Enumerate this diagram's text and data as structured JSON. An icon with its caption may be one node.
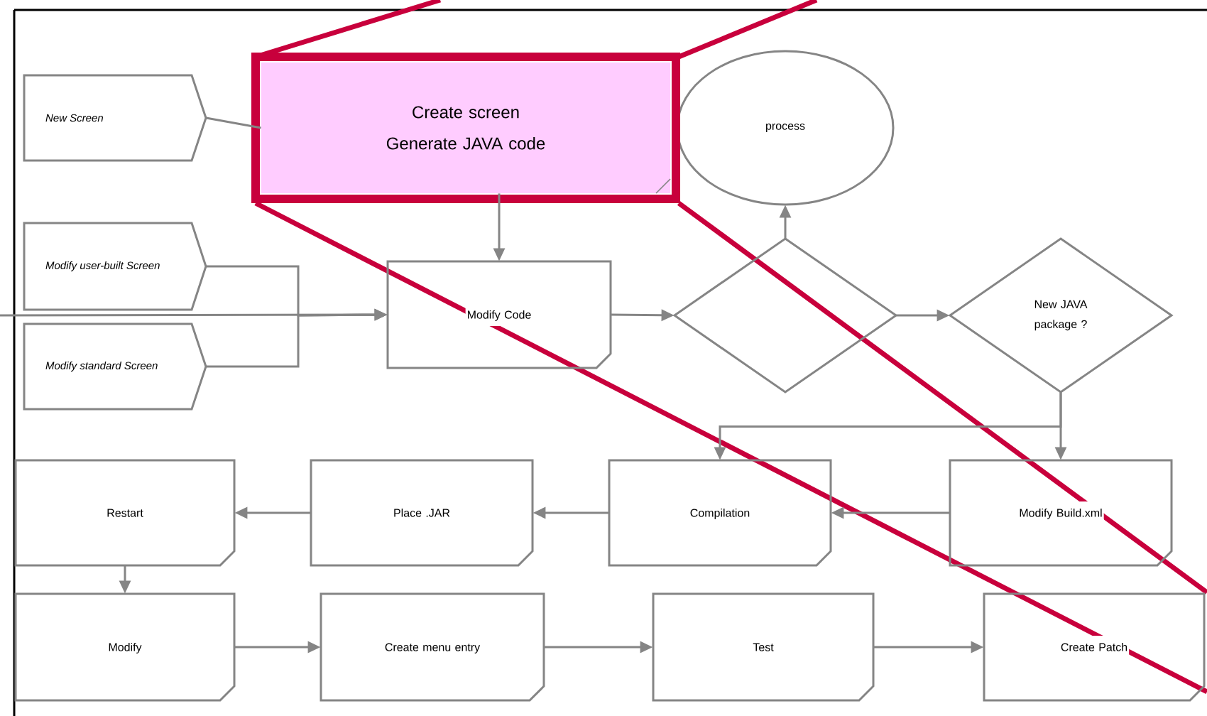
{
  "diagram": {
    "nodes": [
      {
        "text": [
          "New Screen"
        ]
      },
      {
        "text": [
          "Create screen",
          "Generate JAVA code"
        ]
      },
      {
        "text": [
          "process"
        ]
      },
      {
        "text": [
          "Modify user-built Screen"
        ]
      },
      {
        "text": [
          "Modify standard Screen"
        ]
      },
      {
        "text": [
          "Modify Code"
        ]
      },
      {
        "text": [],
        "shape": "diamond"
      },
      {
        "text": [
          "New JAVA package ?"
        ]
      },
      {
        "text": [
          "Restart"
        ]
      },
      {
        "text": [
          "Place .JAR"
        ]
      },
      {
        "text": [
          "Compilation"
        ]
      },
      {
        "text": [
          "Modify Build.xml"
        ]
      },
      {
        "text": [
          "Modify"
        ]
      },
      {
        "text": [
          "Create menu entry"
        ]
      },
      {
        "text": [
          "Test"
        ]
      },
      {
        "text": [
          "Create Patch"
        ]
      }
    ],
    "edges": [
      {
        "from": 0,
        "to": 1,
        "arrow": "none"
      },
      {
        "from": null,
        "to": 5,
        "arrow": "to"
      },
      {
        "from": 3,
        "to": 5,
        "arrow": "to"
      },
      {
        "from": 4,
        "to": 5,
        "arrow": "to"
      },
      {
        "from": 1,
        "to": 5,
        "arrow": "to"
      },
      {
        "from": 5,
        "to": 6,
        "arrow": "to"
      },
      {
        "from": 6,
        "to": 2,
        "arrow": "to"
      },
      {
        "from": 6,
        "to": 7,
        "arrow": "to"
      },
      {
        "from": 7,
        "to": 11,
        "arrow": "to"
      },
      {
        "from": 7,
        "to": 10,
        "arrow": "to"
      },
      {
        "from": 11,
        "to": 10,
        "arrow": "to"
      },
      {
        "from": 10,
        "to": 9,
        "arrow": "to"
      },
      {
        "from": 9,
        "to": 8,
        "arrow": "to"
      },
      {
        "from": 8,
        "to": 12,
        "arrow": "to"
      },
      {
        "from": 12,
        "to": 13,
        "arrow": "to"
      },
      {
        "from": 13,
        "to": 14,
        "arrow": "to"
      },
      {
        "from": 14,
        "to": 15,
        "arrow": "to"
      }
    ]
  }
}
